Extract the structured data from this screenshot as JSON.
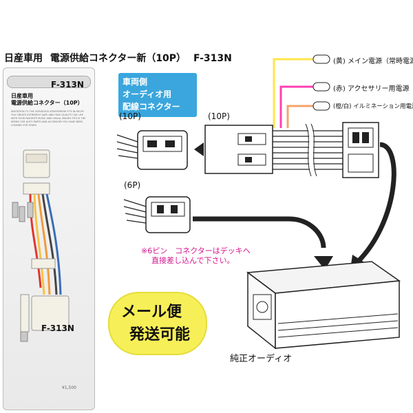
{
  "header": {
    "part1": "日産車用",
    "part2": "電源供給コネクター新（10P）",
    "code": "F-313N"
  },
  "package": {
    "code": "F-313N",
    "title1": "日産車用",
    "title2": "電源供給コネクター（10P）",
    "desc": "INVITATION TO THE GORGEOUS ATMOSPHERE FITS IN HELPS YOU CREATE EXTREMELY SAFE AND HIGH QUALITY CAR LIFE WITH YOUR FAVORITE MUSIC AND VISUAL IMAGES FITS IS THE SERIES FOR AUTO PARTS AND ACCESSORY YOU HAVE BEEN LOOKING FOR YEARS",
    "code2": "F-313N",
    "price": "¥1,500"
  },
  "blue_label": {
    "line1": "車両側",
    "line2": "オーディオ用",
    "line3": "配線コネクター"
  },
  "labels": {
    "conn10p_left": "(10P)",
    "conn10p_mid": "(10P)",
    "conn6p": "(6P)"
  },
  "wires": {
    "yellow": "(黄) メイン電源（常時電源）",
    "red": "(赤) アクセサリー用電源",
    "orange": "(橙/白) イルミネーション用電源"
  },
  "notes": {
    "line1": "※6ピン　コネクターはデッキへ",
    "line2": "直接差し込んで下さい。"
  },
  "badge": {
    "line1": "メール便",
    "line2": "発送可能"
  },
  "stereo_label": "純正オーディオ",
  "colors": {
    "blue": "#3aa6dd",
    "yellow_wire": "#ffe44a",
    "red_wire": "#ff3fb4",
    "orange_wire": "#f5a36a",
    "note_pink": "#d6148f",
    "badge_yellow": "#f7ef57"
  }
}
